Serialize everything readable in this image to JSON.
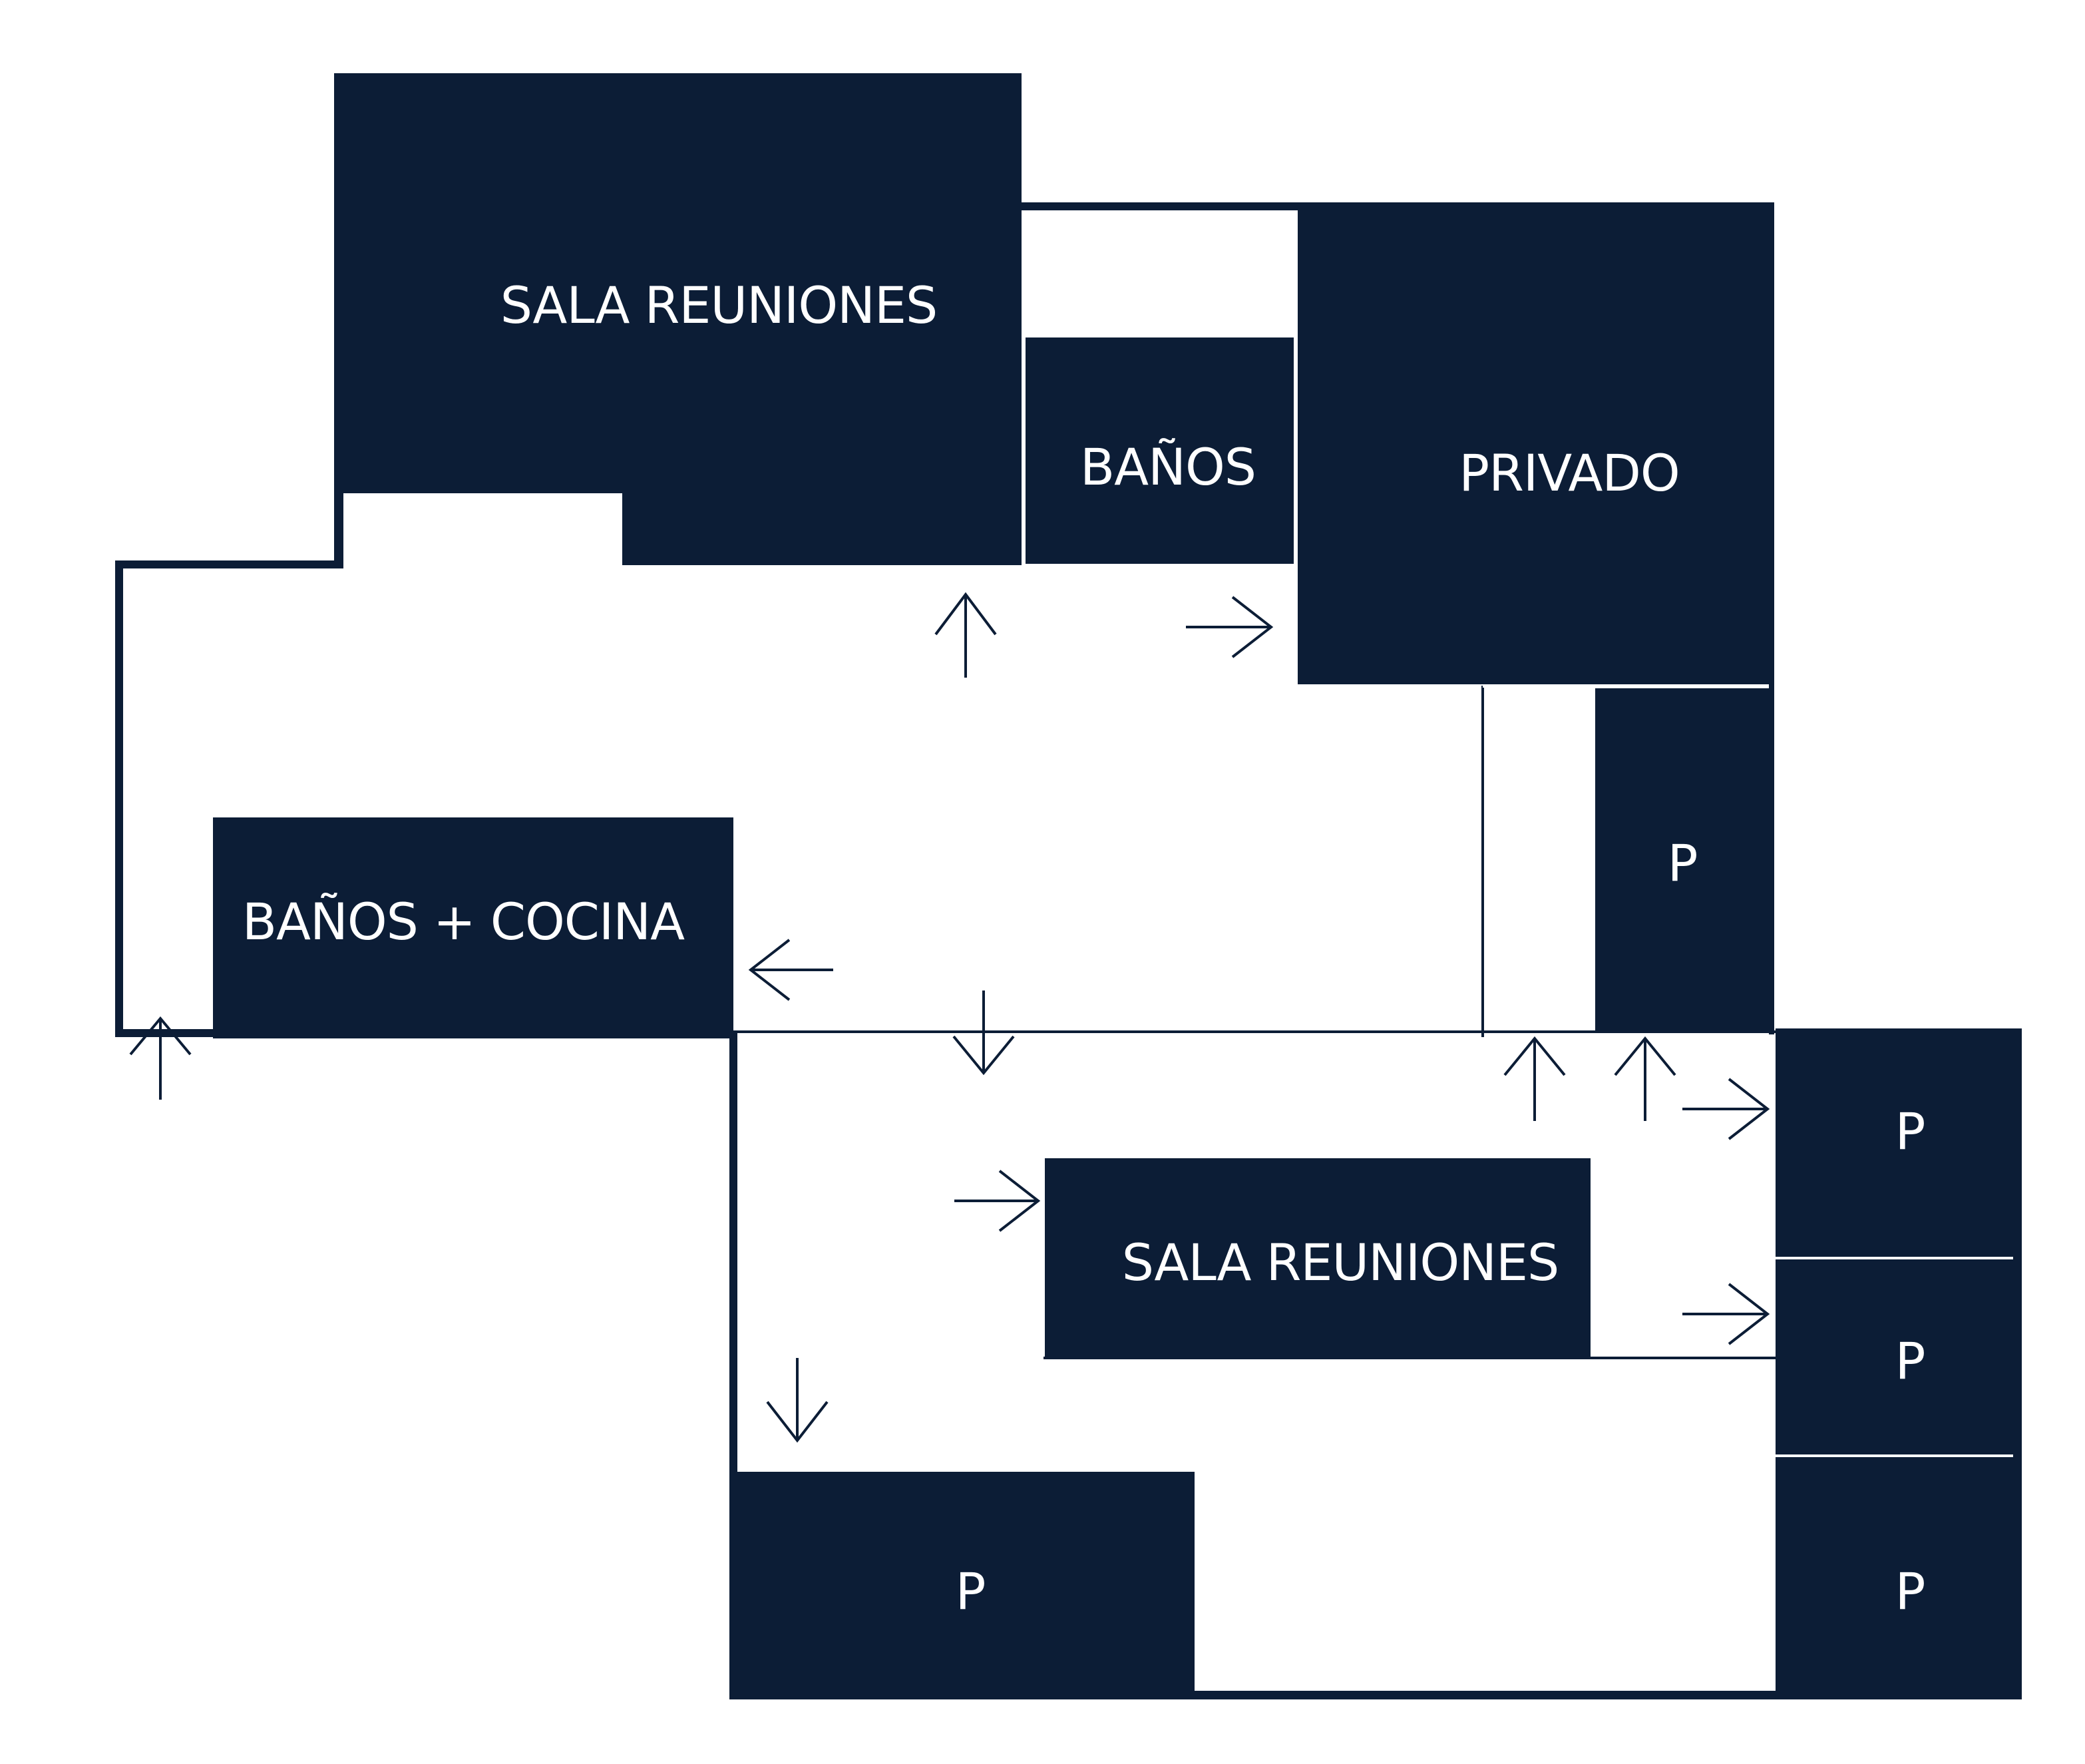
{
  "diagram": {
    "title": "",
    "type": "floor-plan",
    "colors": {
      "room_fill": "#0c1d36",
      "label_text": "#ffffff",
      "background": "#ffffff"
    },
    "rooms": [
      {
        "id": "sala-reuniones-1",
        "label": "SALA REUNIONES"
      },
      {
        "id": "banos",
        "label": "BAÑOS"
      },
      {
        "id": "privado",
        "label": "PRIVADO"
      },
      {
        "id": "parking-1",
        "label": "P"
      },
      {
        "id": "banos-cocina",
        "label": "BAÑOS + COCINA"
      },
      {
        "id": "sala-reuniones-2",
        "label": "SALA REUNIONES"
      },
      {
        "id": "parking-2",
        "label": "P"
      },
      {
        "id": "parking-3",
        "label": "P"
      },
      {
        "id": "parking-4",
        "label": "P"
      },
      {
        "id": "parking-5",
        "label": "P"
      }
    ],
    "arrows": [
      {
        "id": "arrow-to-sala-reuniones-1",
        "direction": "up"
      },
      {
        "id": "arrow-to-privado",
        "direction": "right"
      },
      {
        "id": "arrow-to-banos-cocina",
        "direction": "left"
      },
      {
        "id": "arrow-entry-left",
        "direction": "up"
      },
      {
        "id": "arrow-down-corridor",
        "direction": "down"
      },
      {
        "id": "arrow-up-1",
        "direction": "up"
      },
      {
        "id": "arrow-up-2",
        "direction": "up"
      },
      {
        "id": "arrow-to-parking-2",
        "direction": "right"
      },
      {
        "id": "arrow-to-sala-reuniones-2",
        "direction": "right"
      },
      {
        "id": "arrow-to-parking-3",
        "direction": "right"
      },
      {
        "id": "arrow-down-lower",
        "direction": "down"
      }
    ]
  }
}
